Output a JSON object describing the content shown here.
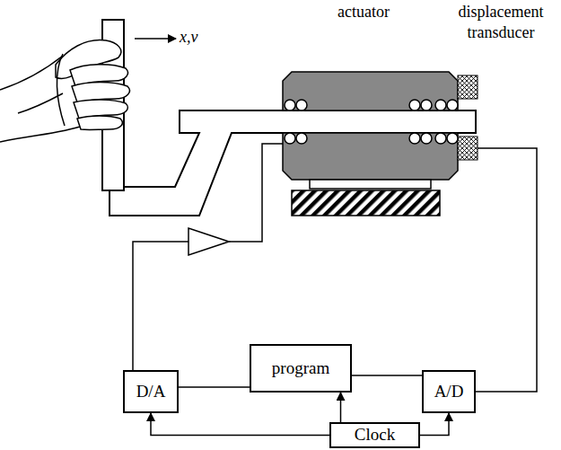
{
  "diagram": {
    "nodes": [
      {
        "text": [
          "D/A"
        ]
      },
      {
        "text": [
          "program"
        ]
      },
      {
        "text": [
          "A/D"
        ]
      },
      {
        "text": [
          "Clock"
        ]
      }
    ],
    "edges": [
      {
        "from": 0,
        "to": 1,
        "arrow": "none"
      },
      {
        "from": 1,
        "to": 2,
        "arrow": "none"
      },
      {
        "from": 3,
        "to": 0,
        "arrow": "to"
      },
      {
        "from": 3,
        "to": 1,
        "arrow": "to"
      },
      {
        "from": 3,
        "to": 2,
        "arrow": "to"
      }
    ],
    "labels": [
      "x,v",
      "actuator",
      "displacement transducer"
    ]
  }
}
